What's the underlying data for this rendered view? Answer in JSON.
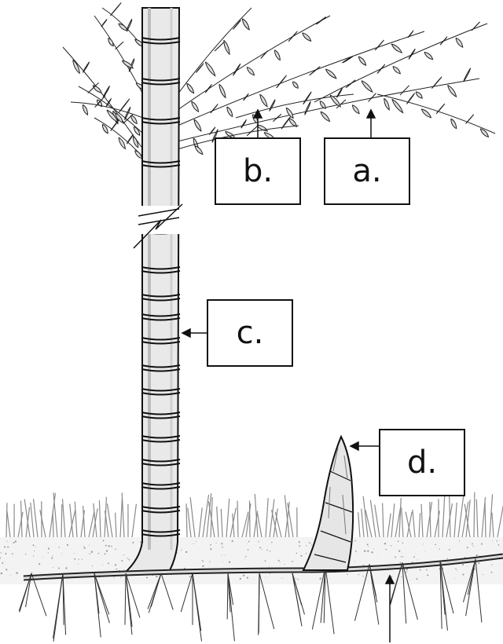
{
  "labels": {
    "a": "a.",
    "b": "b.",
    "c": "c.",
    "d": "d."
  },
  "colors": {
    "ink": "#1a1a1a",
    "culm_shade": "#cfcfcf",
    "soil": "#f2f2f2",
    "grass": "#8c8c8c"
  }
}
